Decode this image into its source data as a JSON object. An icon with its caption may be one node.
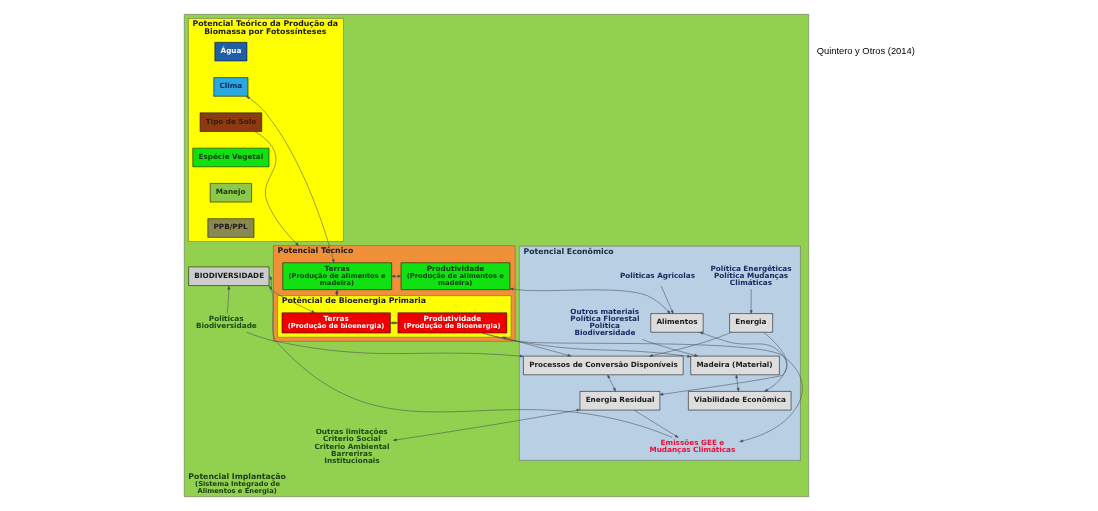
{
  "diagram": {
    "nodes": [
      {
        "text": [
          "Potencial Implantação",
          "(Sistema Integrado de Alimentos e Energia)"
        ]
      },
      {
        "text": [
          "Potencial Teórico da Produção da Biomassa por Fotossínteses"
        ],
        "in": 0
      },
      {
        "text": [
          "Água"
        ],
        "in": 1
      },
      {
        "text": [
          "Clima"
        ],
        "in": 1
      },
      {
        "text": [
          "Tipo de Solo"
        ],
        "in": 1
      },
      {
        "text": [
          "Espécie Vegetal"
        ],
        "in": 1
      },
      {
        "text": [
          "Manejo"
        ],
        "in": 1
      },
      {
        "text": [
          "PPB/PPL"
        ],
        "in": 1
      },
      {
        "text": [
          "Potencial Técnico"
        ],
        "in": 0
      },
      {
        "text": [
          "Terras",
          "(Produção de alimentos e madeira)"
        ],
        "in": 8
      },
      {
        "text": [
          "Produtividade",
          "(Produção de alimentos e madeira)"
        ],
        "in": 8
      },
      {
        "text": [
          "Potêncial de Bioenergia Primaria"
        ],
        "in": 8
      },
      {
        "text": [
          "Terras",
          "(Produção de bioenergia)"
        ],
        "in": 11
      },
      {
        "text": [
          "Produtividade",
          "(Produção de Bioenergia)"
        ],
        "in": 11
      },
      {
        "text": [
          "Potencial Econômico"
        ],
        "in": 0
      },
      {
        "text": [
          "Alimentos"
        ],
        "in": 14
      },
      {
        "text": [
          "Energia"
        ],
        "in": 14
      },
      {
        "text": [
          "Viabilidade Econômica"
        ],
        "in": 14
      },
      {
        "text": [
          "Madeira (Material)"
        ],
        "in": 14
      },
      {
        "text": [
          "Processos de Conversão Disponíveis"
        ],
        "in": 14
      },
      {
        "text": [
          "Energia Residual"
        ],
        "in": 14
      },
      {
        "text": [
          "Emissões GEE e Mudanças Climáticas"
        ],
        "in": 14
      },
      {
        "text": [
          "BIODIVERSIDADE"
        ],
        "in": 0
      },
      {
        "text": [
          "Politicas Biodiversidade"
        ],
        "in": 0
      },
      {
        "text": [
          "Outras limitações Criterio Social Criterio Ambiental Barreriras Institucionais"
        ],
        "in": 0
      },
      {
        "text": [
          "Politicas Agricolas"
        ],
        "in": 14
      },
      {
        "text": [
          "Política Energêticas Política Mudanças Climáticas"
        ],
        "in": 14
      },
      {
        "text": [
          "Outros materiais Política Florestal Política Biodiversidade"
        ],
        "in": 14
      }
    ],
    "edges": [
      {
        "from": 3,
        "to": 9,
        "arrow": "both"
      },
      {
        "from": 4,
        "to": 8,
        "arrow": "to"
      },
      {
        "from": 22,
        "to": 12,
        "arrow": "both"
      },
      {
        "from": 21,
        "to": 22,
        "arrow": "to"
      },
      {
        "from": 23,
        "to": 22,
        "arrow": "to"
      },
      {
        "from": 23,
        "to": 19,
        "arrow": "to"
      },
      {
        "from": 20,
        "to": 24,
        "arrow": "both"
      },
      {
        "from": 9,
        "to": 10,
        "arrow": "both"
      },
      {
        "from": 9,
        "to": 11,
        "arrow": "both"
      },
      {
        "from": 12,
        "to": 13,
        "arrow": "both"
      },
      {
        "from": 11,
        "to": 19,
        "arrow": "both"
      },
      {
        "from": 19,
        "to": 20,
        "arrow": "both"
      },
      {
        "from": 20,
        "to": 21,
        "arrow": "to"
      },
      {
        "from": 10,
        "to": 15,
        "arrow": "both"
      },
      {
        "from": 25,
        "to": 15,
        "arrow": "to"
      },
      {
        "from": 15,
        "to": 17,
        "arrow": "both"
      },
      {
        "from": 26,
        "to": 16,
        "arrow": "to"
      },
      {
        "from": 18,
        "to": 17,
        "arrow": "both"
      },
      {
        "from": 27,
        "to": 18,
        "arrow": "to"
      },
      {
        "from": 13,
        "to": 18,
        "arrow": "to"
      },
      {
        "from": 16,
        "to": 19,
        "arrow": "to"
      },
      {
        "from": 16,
        "to": 20,
        "arrow": "to"
      },
      {
        "from": 13,
        "to": 21,
        "arrow": "to"
      }
    ],
    "labels": [
      "Quintero y Otros (2014)"
    ]
  }
}
